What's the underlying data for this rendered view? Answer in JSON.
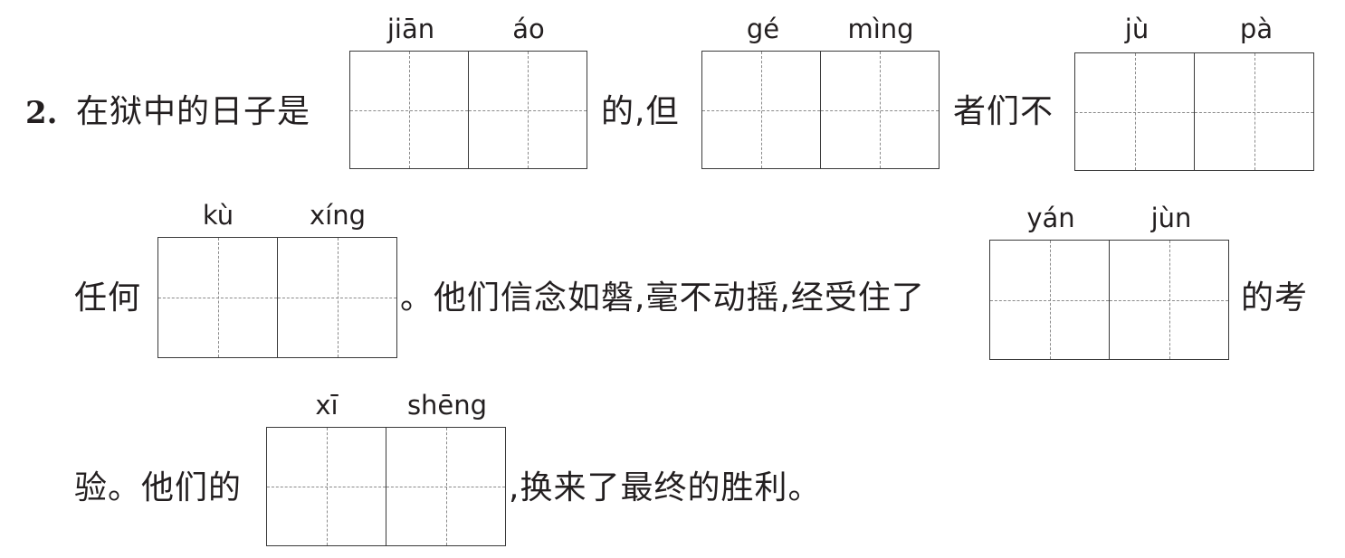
{
  "question": {
    "number": "2.",
    "line1": {
      "text_a": "在狱中的日子是",
      "text_b": "的,但",
      "text_c": "者们不"
    },
    "line2": {
      "text_a": "任何",
      "text_b": "。他们信念如磐,毫不动摇,经受住了",
      "text_c": "的考"
    },
    "line3": {
      "text_a": "验。他们的",
      "text_b": ",换来了最终的胜利。"
    },
    "blanks": [
      {
        "pinyin": [
          "jiān",
          "áo"
        ]
      },
      {
        "pinyin": [
          "gé",
          "mìng"
        ]
      },
      {
        "pinyin": [
          "jù",
          "pà"
        ]
      },
      {
        "pinyin": [
          "kù",
          "xíng"
        ]
      },
      {
        "pinyin": [
          "yán",
          "jùn"
        ]
      },
      {
        "pinyin": [
          "xī",
          "shēng"
        ]
      }
    ]
  }
}
